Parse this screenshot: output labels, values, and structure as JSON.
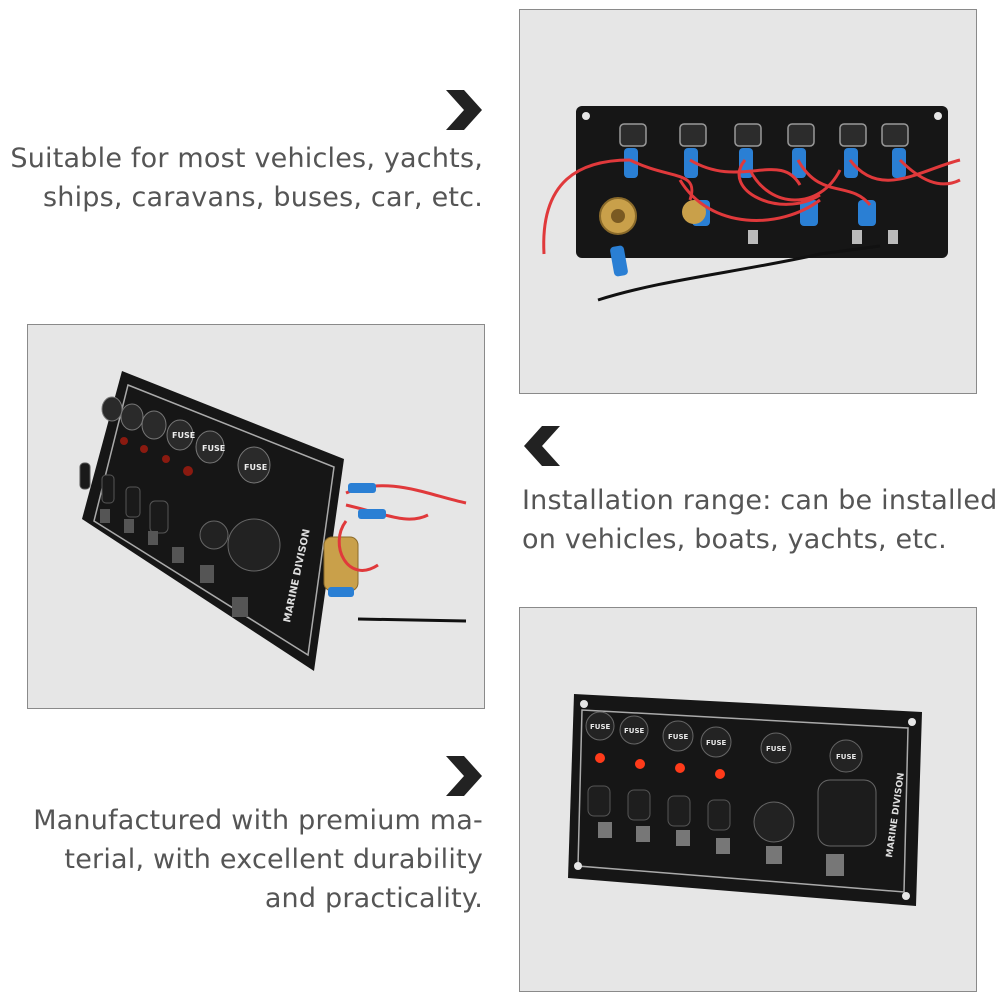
{
  "sections": [
    {
      "lines": [
        "Suitable for most vehicles, yachts,",
        "ships, caravans, buses, car, etc."
      ],
      "arrow_icon": "chevron-right-icon",
      "photo_subject": "switch-panel-back-wiring"
    },
    {
      "lines": [
        "Installation range: can be installed",
        "on vehicles, boats, yachts, etc."
      ],
      "arrow_icon": "chevron-left-icon",
      "photo_subject": "switch-panel-angled-view"
    },
    {
      "lines": [
        "Manufactured with premium ma-",
        "terial, with excellent durability",
        "and practicality."
      ],
      "arrow_icon": "chevron-right-icon",
      "photo_subject": "switch-panel-front-view"
    }
  ],
  "panel": {
    "brand_label": "MARINE DIVISON",
    "fuse_label": "FUSE"
  },
  "colors": {
    "text": "#555555",
    "arrow": "#222222",
    "photo_bg": "#e6e6e6",
    "panel": "#161616",
    "wire_red": "#e0393b",
    "wire_blue": "#2a7fd4",
    "led_red": "#ff3b1a",
    "brass": "#c9a04a"
  }
}
